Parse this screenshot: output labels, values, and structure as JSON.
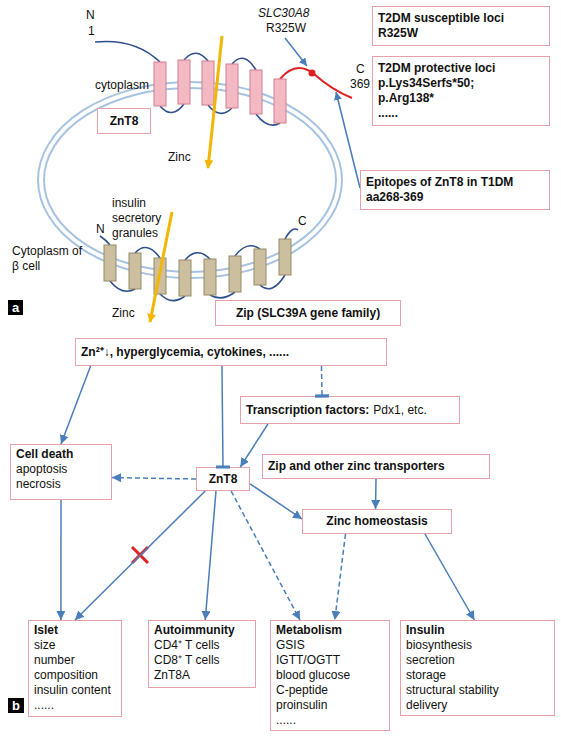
{
  "diagram": {
    "nodes": [
      {
        "text": [
          "T2DM susceptible loci",
          "R325W"
        ]
      },
      {
        "text": [
          "T2DM protective loci",
          "p.Lys34Serfs*50; p.Arg138*",
          "......"
        ]
      },
      {
        "text": [
          "ZnT8"
        ]
      },
      {
        "text": [
          "Epitopes of ZnT8 in T1DM",
          "aa268-369"
        ]
      },
      {
        "text": [
          "Zip (SLC39A gene family)"
        ]
      },
      {
        "text": [
          "Zn²⁺↓, hyperglycemia, cytokines, ......"
        ]
      },
      {
        "text": [
          "Transcription factors:",
          "Pdx1, etc."
        ]
      },
      {
        "text": [
          "Cell death",
          "apoptosis",
          "necrosis"
        ]
      },
      {
        "text": [
          "ZnT8"
        ]
      },
      {
        "text": [
          "Zip and other zinc transporters"
        ]
      },
      {
        "text": [
          "Zinc homeostasis"
        ]
      },
      {
        "text": [
          "Islet",
          "size",
          "number",
          "composition",
          "insulin content",
          "......"
        ]
      },
      {
        "text": [
          "Autoimmunity",
          "CD4⁺ T cells",
          "CD8⁺ T cells",
          "ZnT8A"
        ]
      },
      {
        "text": [
          "Metabolism",
          "GSIS",
          "IGTT/OGTT",
          "blood glucose",
          "C-peptide",
          "proinsulin",
          "......"
        ]
      },
      {
        "text": [
          "Insulin",
          "biosynthesis",
          "secretion",
          "storage",
          "structural stability",
          "delivery"
        ]
      }
    ],
    "edges": [
      {
        "from": 5,
        "to": 7,
        "arrow": "to"
      },
      {
        "from": 5,
        "to": 8,
        "arrow": "to"
      },
      {
        "from": 5,
        "to": 6,
        "arrow": "to"
      },
      {
        "from": 6,
        "to": 8,
        "arrow": "to"
      },
      {
        "from": 8,
        "to": 7,
        "arrow": "to"
      },
      {
        "from": 8,
        "to": 11,
        "arrow": "to"
      },
      {
        "from": 8,
        "to": 12,
        "arrow": "to"
      },
      {
        "from": 8,
        "to": 13,
        "arrow": "to"
      },
      {
        "from": 8,
        "to": 10,
        "arrow": "to"
      },
      {
        "from": 9,
        "to": 10,
        "arrow": "to"
      },
      {
        "from": 10,
        "to": 13,
        "arrow": "to"
      },
      {
        "from": 10,
        "to": 14,
        "arrow": "to"
      },
      {
        "from": 7,
        "to": 11,
        "arrow": "to"
      }
    ],
    "labels": [
      "N",
      "1",
      "cytoplasm",
      "SLC30A8",
      "R325W",
      "C",
      "369",
      "insulin secretory granules",
      "Zinc",
      "Zinc",
      "Cytoplasm of β cell",
      "N",
      "C",
      "a",
      "b"
    ]
  }
}
